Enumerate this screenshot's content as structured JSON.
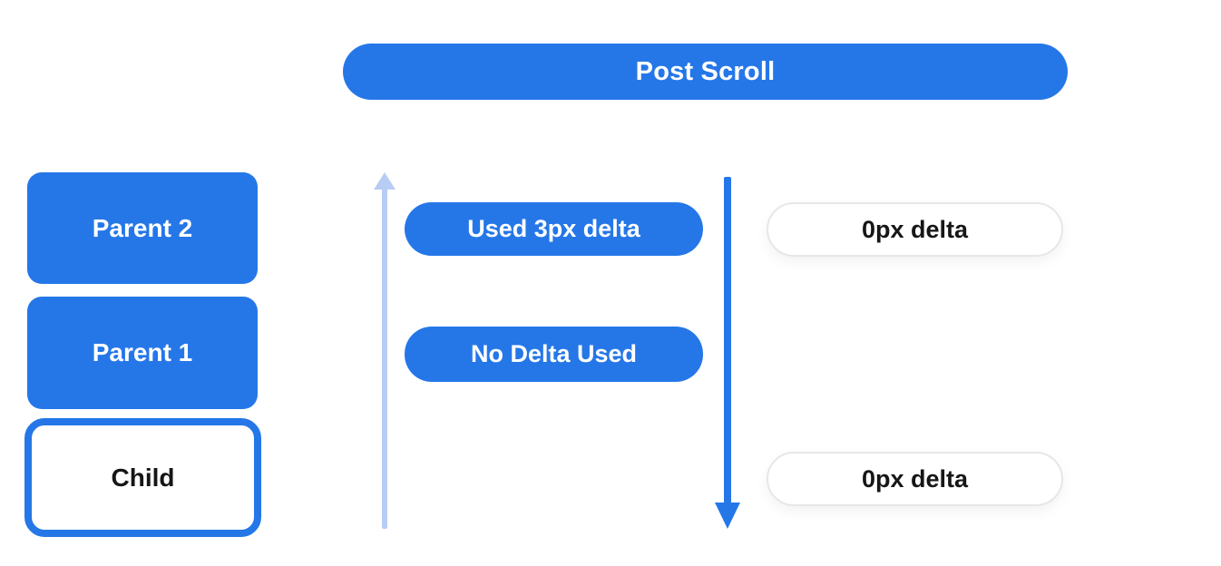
{
  "header": {
    "title": "Post Scroll"
  },
  "hierarchy": {
    "parent2_label": "Parent 2",
    "parent1_label": "Parent 1",
    "child_label": "Child"
  },
  "annotations": {
    "used_delta_label": "Used 3px delta",
    "no_delta_label": "No Delta Used",
    "zero_delta_top_label": "0px delta",
    "zero_delta_bottom_label": "0px delta"
  },
  "icons": {
    "up_arrow": "arrow-up",
    "down_arrow": "arrow-down"
  },
  "colors": {
    "primary_blue": "#2577E8",
    "light_blue": "#B8CDF4",
    "white": "#FFFFFF",
    "dark_text": "#161616",
    "white_pill_border": "#E7E7E9"
  }
}
